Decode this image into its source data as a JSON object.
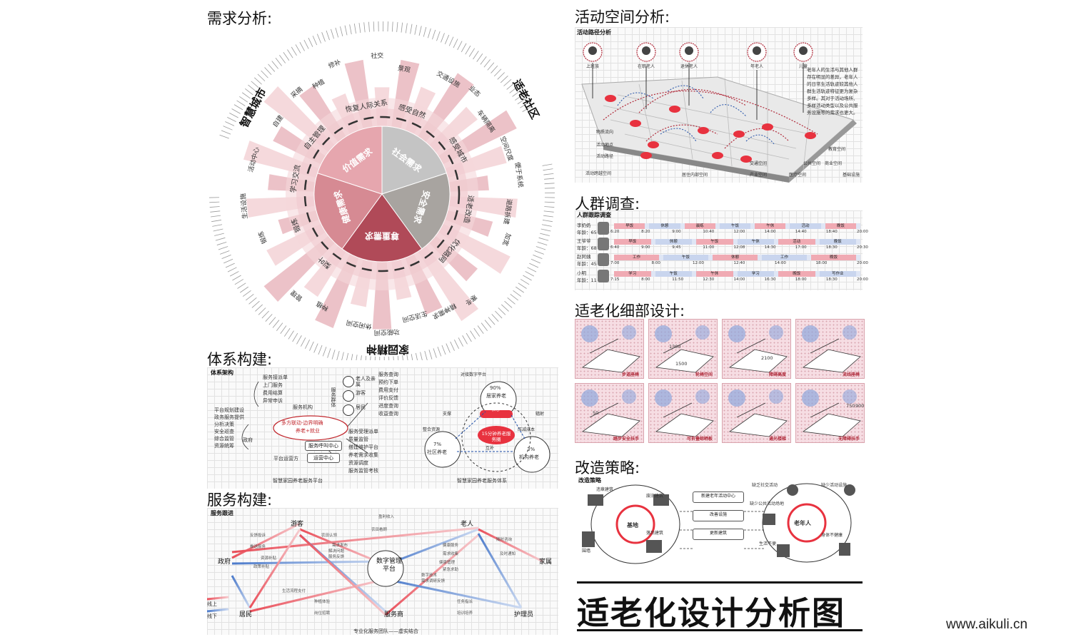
{
  "sections": {
    "demand": "需求分析:",
    "activity": "活动空间分析:",
    "crowd": "人群调查:",
    "detail": "适老化细部设计:",
    "system": "体系构建:",
    "service": "服务构建:",
    "strategy": "改造策略:"
  },
  "big_title": "适老化设计分析图",
  "watermark": "www.aikuli.cn",
  "demand": {
    "outer": [
      "智慧城市",
      "适老社区",
      "家园精神"
    ],
    "core": [
      "社会需求",
      "安全需求",
      "尊重需求",
      "健康需求",
      "价值需求"
    ],
    "mid": [
      "感受自然",
      "感受城市",
      "适老改造",
      "优化路网",
      "自主管理",
      "学习交流",
      "锻炼",
      "梨叶",
      "恢复人际关系"
    ],
    "rays": [
      "景观",
      "交通设施",
      "业态",
      "车辆隔离",
      "空间尺度",
      "便于系统",
      "道路拆建",
      "加宽",
      "修补",
      "种植",
      "采摘",
      "社交",
      "自建",
      "活动中心",
      "生活设施",
      "锻炼",
      "休闲空间",
      "功能空间",
      "生活空间",
      "精神需求",
      "寒冬",
      "种植",
      "管理"
    ]
  },
  "activity": {
    "sub": "活动路径分析",
    "people": [
      "上班族",
      "在职老人",
      "退休老人",
      "年老人",
      "儿童"
    ],
    "note": "老年人的生活与其他人群存在明显的差异，老年人的日常生活轨迹较其他人群生活轨迹特征更为复杂多样。其对于活动场所、多样活动类型以及公共服务设施等的需求也更大。",
    "legend": [
      "物质流向",
      "活动地点",
      "活动路径",
      "活动跨越空间",
      "居住内部空间",
      "交通空间",
      "产业空间",
      "公共空间",
      "医疗空间",
      "商业空间",
      "基础设施",
      "教育空间"
    ]
  },
  "crowd": {
    "sub": "人群跟踪调查",
    "rows": [
      {
        "name": "李奶奶",
        "age": "年龄：65",
        "segs": [
          "早饭",
          "休憩",
          "晨练",
          "午饭",
          "午休",
          "活动",
          "晚饭"
        ],
        "times": [
          "6:20",
          "8:20",
          "9:00",
          "10:40",
          "12:00",
          "14:00",
          "14:40",
          "18:40",
          "20:00"
        ]
      },
      {
        "name": "王爷爷",
        "age": "年龄：68",
        "segs": [
          "早饭",
          "休憩",
          "午饭",
          "午休",
          "活动",
          "晚饭"
        ],
        "times": [
          "6:40",
          "9:00",
          "9:45",
          "11:00",
          "12:08",
          "14:30",
          "17:00",
          "18:30",
          "20:30"
        ]
      },
      {
        "name": "赵阿姨",
        "age": "年龄：45",
        "segs": [
          "工作",
          "午饭",
          "休憩",
          "工作",
          "晚饭"
        ],
        "times": [
          "7:00",
          "8:00",
          "12:00",
          "12:40",
          "14:00",
          "18:00",
          "20:00"
        ]
      },
      {
        "name": "小明",
        "age": "年龄：11",
        "segs": [
          "学习",
          "午饭",
          "午休",
          "学习",
          "晚饭",
          "写作业"
        ],
        "times": [
          "7:15",
          "8:00",
          "11:50",
          "12:30",
          "14:00",
          "16:30",
          "18:00",
          "18:30",
          "20:00"
        ]
      }
    ]
  },
  "detail": {
    "captions": [
      "步道座椅",
      "轮椅空间",
      "障碍高度",
      "流线座椅",
      "踏步安全扶手",
      "可折叠晾晒板",
      "通光楼梯",
      "无障碍扶手"
    ],
    "dims": [
      "1500",
      "1300",
      "2100",
      "50",
      "750",
      "900"
    ]
  },
  "system": {
    "sub": "体系架构",
    "left_list": [
      "平台规划建设",
      "政务服务提供",
      "分析决策",
      "安全巡查",
      "综合监管",
      "资源统筹"
    ],
    "top_list": [
      "服务接派单",
      "上门服务",
      "费用结算",
      "异常申诉"
    ],
    "gov": "政府",
    "org": "服务机构",
    "op": "平台运营方",
    "call": "服务呼叫中心",
    "opcenter": "运营中心",
    "link1": "多方联动-边界明确",
    "link2": "养老+就业",
    "group": "服务群体",
    "people": [
      "老人及亲属",
      "游客",
      "居民"
    ],
    "right_list": [
      "服务查询",
      "预约下单",
      "费用支付",
      "评价反馈",
      "进度查询",
      "收益查询"
    ],
    "bottom_list": [
      "服务受理派单",
      "质量监管",
      "搭建维护平台",
      "养老需求收集",
      "资源调度",
      "服务监管考核"
    ],
    "caption": "智慧家园养老服务平台",
    "c_top_pct": "90%",
    "c_top": "居家养老",
    "core": "核心",
    "c_left_pct": "7%",
    "c_left": "社区养老",
    "c_right_pct": "3%",
    "c_right": "机构养老",
    "center": "15分钟养老服务圈",
    "arrows": [
      "对接数字平台",
      "整合资源",
      "压减成本",
      "互补",
      "支撑",
      "辐射"
    ],
    "caption2": "智慧家园养老服务体系"
  },
  "service": {
    "sub": "服务跟进",
    "nodes": [
      "游客",
      "老人",
      "政府",
      "数字管理平台",
      "家属",
      "居民",
      "服务商",
      "护理员"
    ],
    "labels": [
      "盈利收入",
      "农田看顾",
      "反馈投诉",
      "农田认领",
      "推送服务",
      "需求发布",
      "解决问题",
      "健康服务",
      "随时咨询",
      "及时通知",
      "资源补贴",
      "服务反馈",
      "政策补贴",
      "需求收集",
      "健康管理",
      "紧急求助",
      "数字技术",
      "需求调研反馈",
      "种植体验",
      "任务指派",
      "岗位招聘",
      "培训培养",
      "生活流程支付"
    ],
    "legend_on": "线上",
    "legend_off": "线下",
    "caption": "专业化服务团队——虚实结合"
  },
  "strategy": {
    "sub": "改造策略",
    "left_items": [
      "违章建筑",
      "废旧建筑",
      "落后建筑",
      "围墙"
    ],
    "center": "基地",
    "boxes": [
      "新建老年活动中心",
      "改善设施",
      "更新建筑"
    ],
    "right_items": [
      "缺乏社交活动",
      "缺少活动设施",
      "缺少公共活动场地",
      "生活不便",
      "身体不健康"
    ],
    "right_center": "老年人"
  }
}
